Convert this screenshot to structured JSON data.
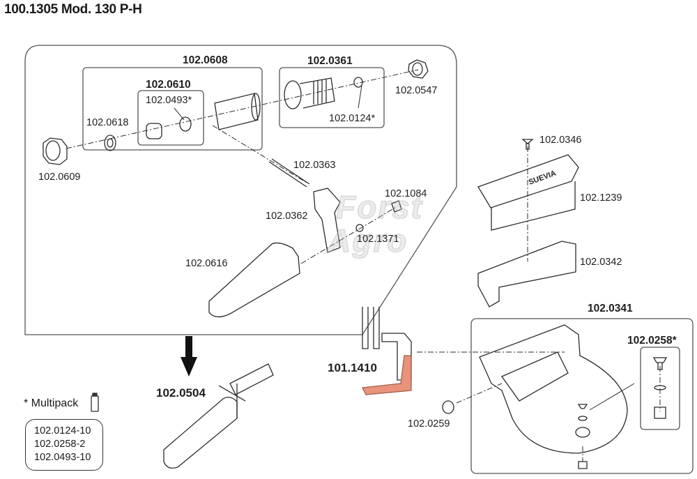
{
  "title": "100.1305 Mod. 130 P-H",
  "watermark": {
    "line1": "Forst",
    "line2": "Agro"
  },
  "brand_logo": "SUEVIA",
  "colors": {
    "line": "#2b2b2b",
    "heater_fill": "#e8937a",
    "frame": "#444444"
  },
  "groups": {
    "g0608": "102.0608",
    "g0610": "102.0610",
    "g0361": "102.0361",
    "g0341": "102.0341",
    "g0258": "102.0258*",
    "result": "102.0504",
    "heater": "101.1410"
  },
  "parts": {
    "p0493": "102.0493*",
    "p0618": "102.0618",
    "p0609": "102.0609",
    "p0124": "102.0124*",
    "p0547": "102.0547",
    "p0363": "102.0363",
    "p1084": "102.1084",
    "p0362": "102.0362",
    "p1371": "102.1371",
    "p0616": "102.0616",
    "p0346": "102.0346",
    "p1239": "102.1239",
    "p0342": "102.0342",
    "p0259": "102.0259"
  },
  "multipack": {
    "label": "* Multipack",
    "items": [
      "102.0124-10",
      "102.0258-2",
      "102.0493-10"
    ]
  }
}
